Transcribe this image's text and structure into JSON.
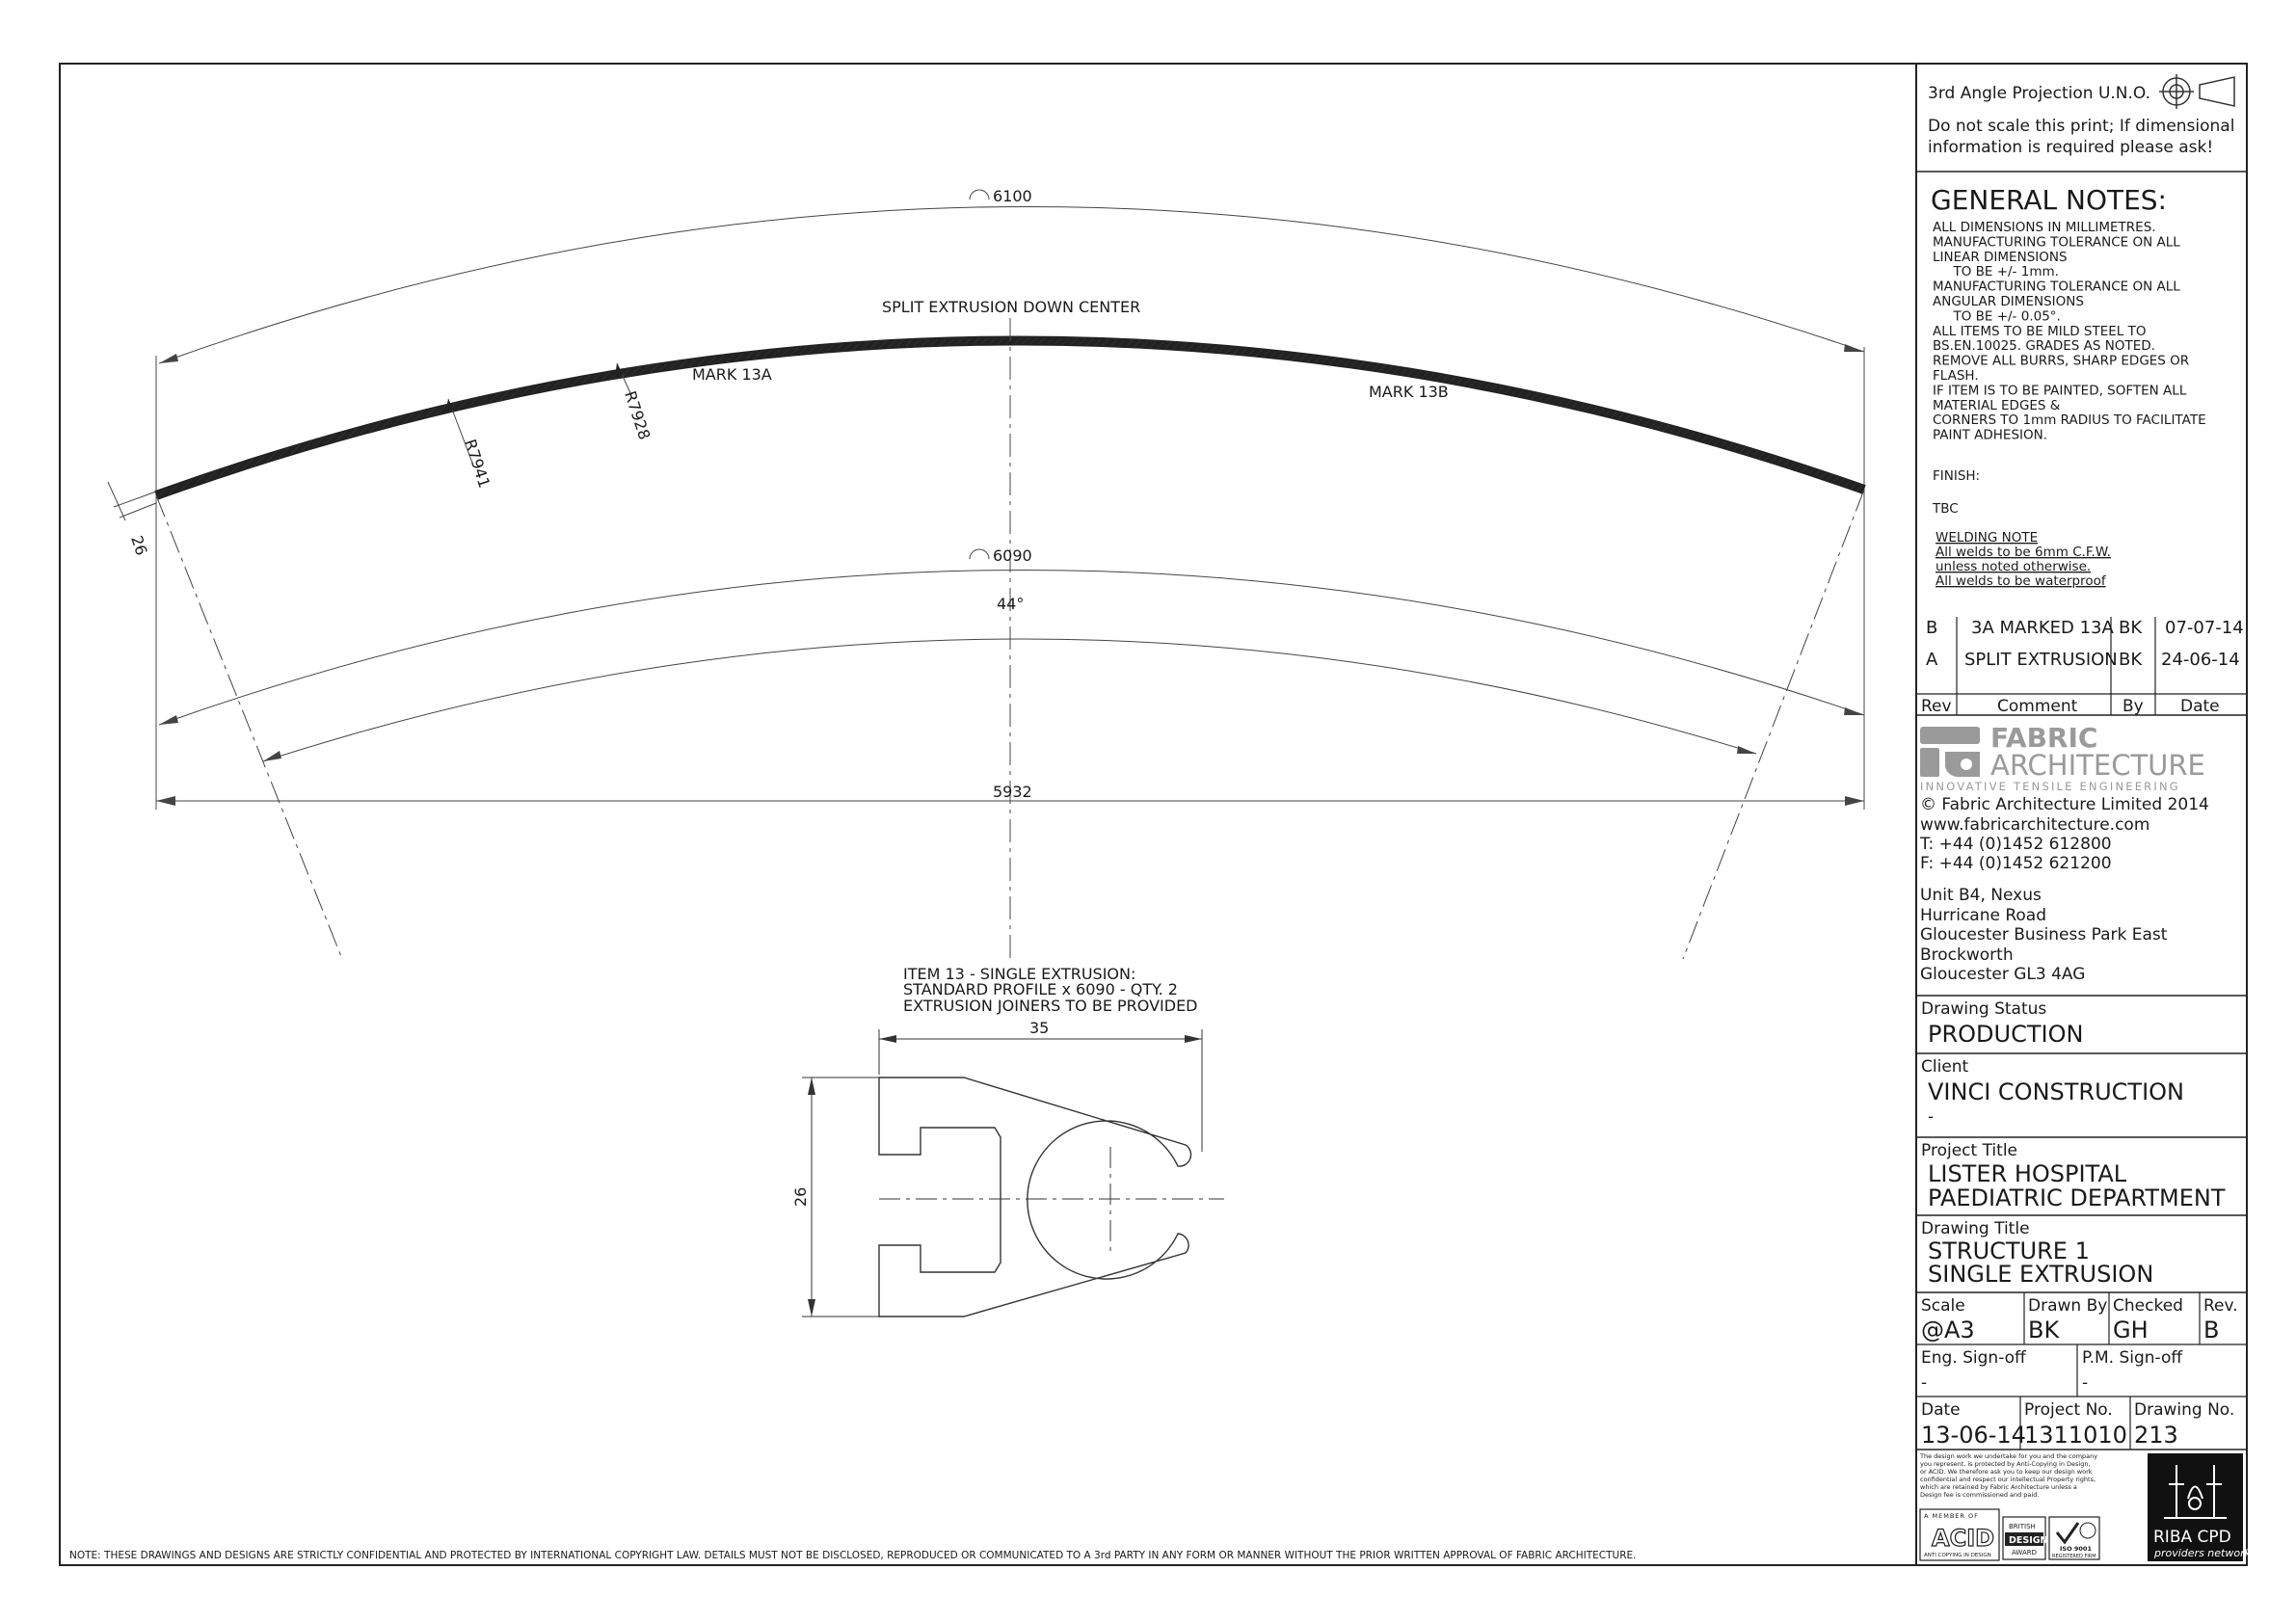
{
  "drawing": {
    "chord_dim": "6100",
    "inner_arc_dim": "6090",
    "angle_dim": "44°",
    "span_dim": "5932",
    "split_label": "SPLIT EXTRUSION DOWN CENTER",
    "mark_a": "MARK 13A",
    "mark_b": "MARK 13B",
    "radius_1": "R7941",
    "radius_2": "R7928",
    "thickness_dim": "26",
    "item_line1": "ITEM 13 - SINGLE EXTRUSION:",
    "item_line2": "STANDARD PROFILE x 6090 - QTY. 2",
    "item_line3": "EXTRUSION JOINERS TO BE PROVIDED",
    "profile_width": "35",
    "profile_height": "26",
    "footer_note": "NOTE: THESE DRAWINGS AND DESIGNS ARE STRICTLY CONFIDENTIAL AND PROTECTED BY INTERNATIONAL COPYRIGHT LAW. DETAILS MUST NOT BE DISCLOSED, REPRODUCED OR COMMUNICATED TO A 3rd PARTY IN ANY FORM OR MANNER WITHOUT THE PRIOR WRITTEN APPROVAL OF FABRIC ARCHITECTURE."
  },
  "titleblock": {
    "projection": "3rd Angle Projection U.N.O.",
    "scale_note_1": "Do not scale this print; If dimensional",
    "scale_note_2": "information is required please ask!",
    "general_notes_title": "GENERAL NOTES:",
    "notes": [
      "ALL DIMENSIONS IN MILLIMETRES.",
      "MANUFACTURING TOLERANCE ON ALL",
      "LINEAR DIMENSIONS",
      "     TO BE +/- 1mm.",
      "MANUFACTURING TOLERANCE ON ALL",
      "ANGULAR DIMENSIONS",
      "     TO BE +/- 0.05°.",
      "ALL ITEMS TO BE MILD STEEL TO",
      "BS.EN.10025. GRADES AS NOTED.",
      "REMOVE ALL BURRS, SHARP EDGES OR",
      "FLASH.",
      "IF ITEM IS TO BE PAINTED, SOFTEN ALL",
      "MATERIAL EDGES &",
      "CORNERS TO 1mm RADIUS TO FACILITATE",
      "PAINT ADHESION."
    ],
    "finish_label": "FINISH:",
    "finish_value": "TBC",
    "welding": [
      "WELDING NOTE",
      "All welds to be 6mm C.F.W.",
      "unless noted otherwise.",
      "All welds to be waterproof"
    ],
    "revisions": [
      {
        "rev": "B",
        "comment": "3A MARKED 13A",
        "by": "BK",
        "date": "07-07-14"
      },
      {
        "rev": "A",
        "comment": "SPLIT EXTRUSION",
        "by": "BK",
        "date": "24-06-14"
      }
    ],
    "rev_headers": {
      "rev": "Rev",
      "comment": "Comment",
      "by": "By",
      "date": "Date"
    },
    "company_line1": "FABRIC",
    "company_line2": "ARCHITECTURE",
    "tagline": "INNOVATIVE TENSILE ENGINEERING",
    "copyright": "© Fabric Architecture Limited 2014",
    "website": "www.fabricarchitecture.com",
    "tel": "T: +44 (0)1452 612800",
    "fax": "F: +44 (0)1452 621200",
    "address": [
      "Unit B4, Nexus",
      "Hurricane Road",
      "Gloucester Business Park East",
      "Brockworth",
      "Gloucester GL3 4AG"
    ],
    "status_label": "Drawing Status",
    "status_value": "PRODUCTION",
    "client_label": "Client",
    "client_value": "VINCI CONSTRUCTION",
    "client_sub": "-",
    "project_label": "Project Title",
    "project_line1": "LISTER HOSPITAL",
    "project_line2": "PAEDIATRIC DEPARTMENT",
    "title_label": "Drawing Title",
    "title_line1": "STRUCTURE 1",
    "title_line2": "SINGLE EXTRUSION",
    "scale_label": "Scale",
    "scale_value": "@A3",
    "drawn_label": "Drawn By",
    "drawn_value": "BK",
    "checked_label": "Checked",
    "checked_value": "GH",
    "rev_label": "Rev.",
    "rev_value": "B",
    "eng_label": "Eng. Sign-off",
    "eng_value": "-",
    "pm_label": "P.M. Sign-off",
    "pm_value": "-",
    "date_label": "Date",
    "date_value": "13-06-14",
    "projno_label": "Project No.",
    "projno_value": "1311010",
    "drawno_label": "Drawing No.",
    "drawno_value": "213",
    "legal": [
      "The design work we undertake for you and the company",
      "you represent, is protected by Anti-Copying in Design,",
      "or ACID. We therefore ask you to keep our design work",
      "confidential and respect our intellectual Property rights,",
      "which are retained by Fabric Architecture unless a",
      "Design fee is commissioned and paid."
    ],
    "badge_acid_top": "A MEMBER OF",
    "badge_acid": "ACID",
    "badge_acid_sub": "ANTI COPYING IN DESIGN",
    "badge_bda_1": "BRITISH",
    "badge_bda_2": "DESIGN",
    "badge_bda_3": "AWARD",
    "badge_iso_1": "ISO 9001",
    "badge_iso_2": "REGISTERED FIRM",
    "badge_riba": "RIBA CPD",
    "badge_riba_sub": "providers network"
  }
}
